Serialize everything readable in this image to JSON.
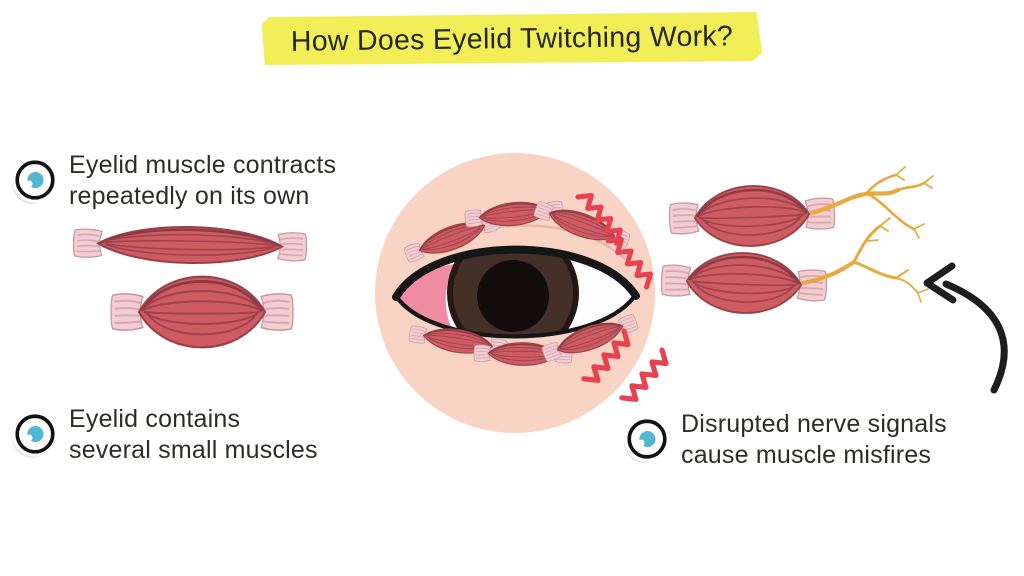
{
  "title": {
    "text": "How Does Eyelid Twitching Work?"
  },
  "bullets": [
    {
      "line1": "Eyelid muscle contracts",
      "line2": "repeatedly on its own",
      "icon": "eye-icon"
    },
    {
      "line1": "Eyelid contains",
      "line2": "several small muscles",
      "icon": "eye-icon"
    },
    {
      "line1": "Disrupted nerve signals",
      "line2": "cause muscle misfires",
      "icon": "eye-icon"
    }
  ],
  "illustrations": {
    "center": "eye-with-twitching-eyelid-muscles-and-twitch-squiggles",
    "left_top": "relaxed-elongated-muscle",
    "left_bottom": "contracted-bulging-muscle",
    "right": "two-muscles-with-branching-nerve-endings",
    "arrow": "curved-arrow-pointing-at-nerves"
  },
  "colors": {
    "background": "#FFFFFF",
    "highlight": "#F2EE58",
    "text": "#2D2D28",
    "skin": "#F9D3C4",
    "muscle": "#CE5B62",
    "muscle_edge": "#8C3A43",
    "tendon": "#F2CDD1",
    "nerve": "#EAA93F",
    "twitch_squiggle": "#E8414F",
    "iris": "#453029",
    "pupil": "#120C0A",
    "caruncle": "#F08DA2",
    "icon_teal": "#54B6D5"
  }
}
